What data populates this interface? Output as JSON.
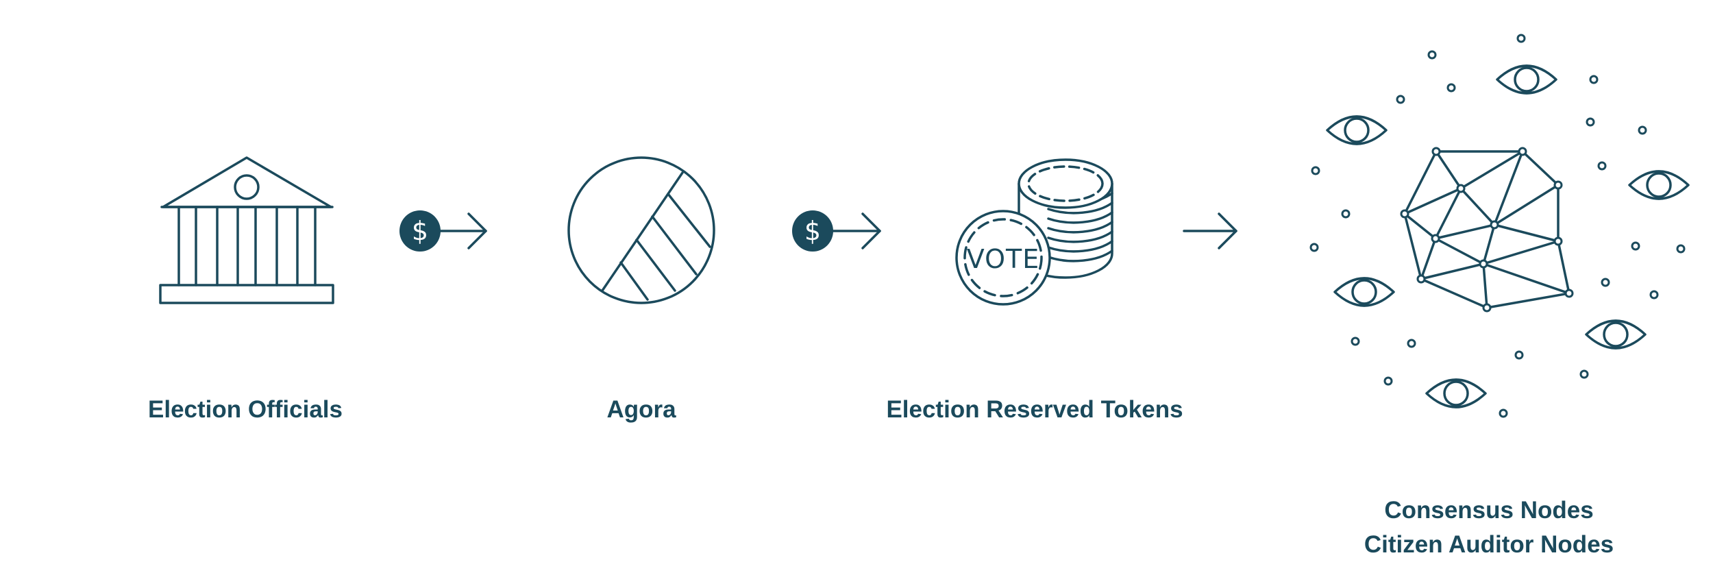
{
  "colors": {
    "ink": "#1b4a5c",
    "background": "#ffffff"
  },
  "stages": [
    {
      "id": "election-officials",
      "label": "Election Officials",
      "icon": "bank-building-icon"
    },
    {
      "id": "agora",
      "label": "Agora",
      "icon": "agora-logo-icon"
    },
    {
      "id": "election-reserved-tokens",
      "label": "Election Reserved Tokens",
      "icon": "vote-token-coins-icon",
      "coin_text": "VOTE"
    },
    {
      "id": "nodes",
      "label_line1": "Consensus Nodes",
      "label_line2": "Citizen Auditor Nodes",
      "icon": "node-network-icon"
    }
  ],
  "connectors": [
    {
      "icon": "dollar-arrow-icon",
      "symbol": "$"
    },
    {
      "icon": "dollar-arrow-icon",
      "symbol": "$"
    },
    {
      "icon": "arrow-right-icon"
    }
  ]
}
